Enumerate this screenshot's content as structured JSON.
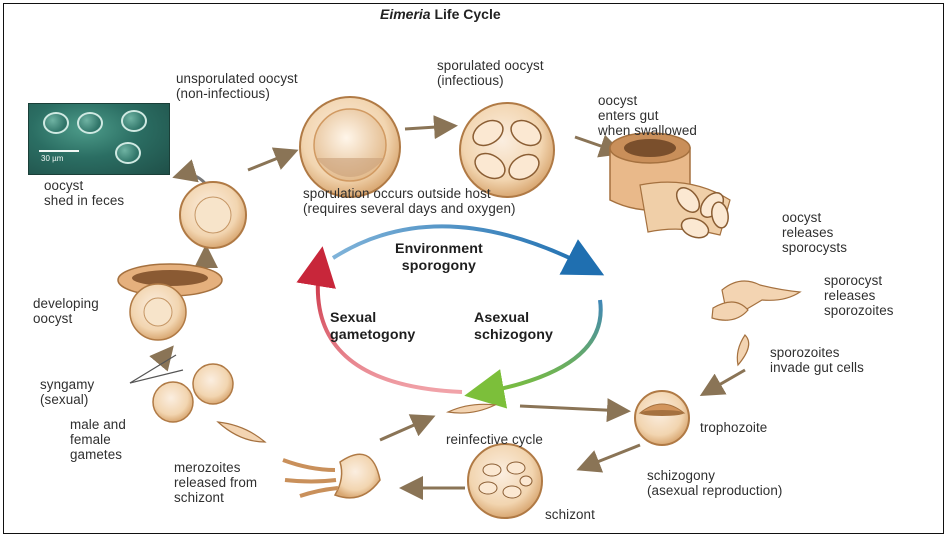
{
  "title": {
    "italic": "Eimeria",
    "rest": " Life Cycle"
  },
  "micrograph": {
    "scale_label": "30 µm"
  },
  "labels": {
    "unsporulated": "unsporulated oocyst\n(non-infectious)",
    "sporulated": "sporulated oocyst\n(infectious)",
    "enters_gut": "oocyst\nenters gut\nwhen swallowed",
    "shed": "oocyst\nshed in feces",
    "sporulation": "sporulation occurs outside host\n(requires several days and oxygen)",
    "releases_sporocysts": "oocyst\nreleases\nsporocysts",
    "sporocyst_releases": "sporocyst\nreleases\nsporozoites",
    "invade": "sporozoites\ninvade gut cells",
    "developing": "developing\noocyst",
    "syngamy": "syngamy\n(sexual)",
    "gametes": "male and\nfemale\ngametes",
    "reinfective": "reinfective cycle",
    "trophozoite": "trophozoite",
    "merozoites": "merozoites\nreleased from\nschizont",
    "schizogony": "schizogony\n(asexual reproduction)",
    "schizont": "schizont"
  },
  "cycle": {
    "environment": "Environment\nsporogony",
    "sexual": "Sexual\ngametogony",
    "asexual": "Asexual\nschizogony"
  },
  "colors": {
    "cell_fill": "#f2d9b8",
    "cell_edge": "#b07a45",
    "cell_inner": "#e9c396",
    "arrow": "#8a7456",
    "arc_blue": "#1f6fb0",
    "arc_green": "#7cbf3a",
    "arc_red": "#c8263a"
  }
}
